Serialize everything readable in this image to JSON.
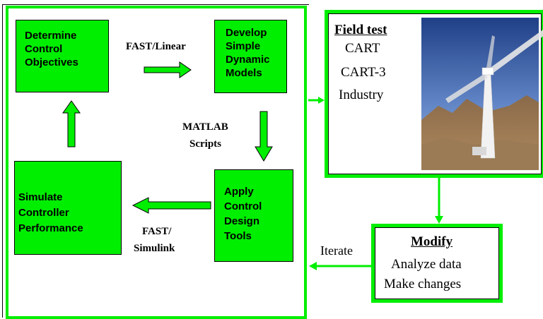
{
  "colors": {
    "green": "#00ee00",
    "border": "#000000",
    "background": "#ffffff"
  },
  "boxes": {
    "determine": [
      "Determine",
      "Control",
      "Objectives"
    ],
    "develop": [
      "Develop",
      "Simple",
      "Dynamic",
      "Models"
    ],
    "apply": [
      "Apply",
      "Control",
      "Design",
      "Tools"
    ],
    "simulate": [
      "Simulate",
      "Controller",
      "Performance"
    ]
  },
  "labels": {
    "fast_linear": "FAST/Linear",
    "matlab": "MATLAB",
    "scripts": "Scripts",
    "fast_slash": "FAST/",
    "simulink": "Simulink",
    "iterate": "Iterate"
  },
  "field_test": {
    "title": "Field test",
    "items": [
      "CART",
      "CART-3",
      "Industry"
    ],
    "photo_subject": "wind-turbine-photo"
  },
  "modify": {
    "title": "Modify",
    "lines": [
      "Analyze data",
      "Make changes"
    ]
  }
}
